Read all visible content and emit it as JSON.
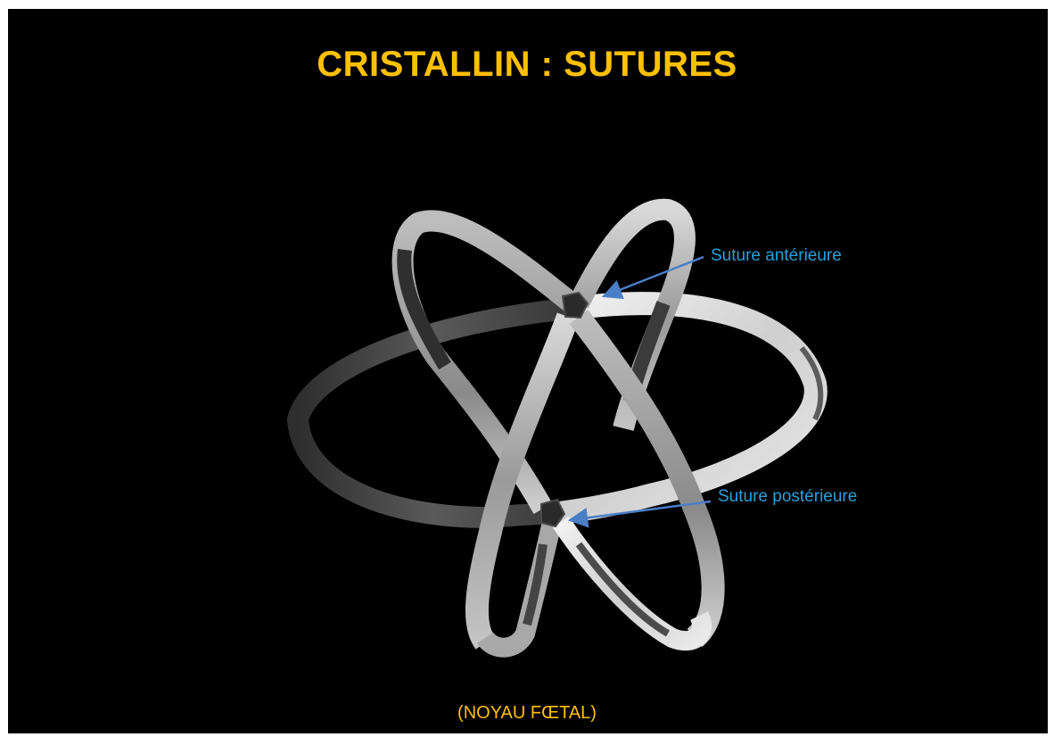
{
  "slide": {
    "title": "CRISTALLIN : SUTURES",
    "subtitle": "(NOYAU FŒTAL)",
    "annotations": {
      "anterior": "Suture antérieure",
      "posterior": "Suture postérieure"
    },
    "colors": {
      "background": "#000000",
      "title": "#ffc000",
      "annotation": "#2a9fd8",
      "arrow": "#4a7fc6",
      "ribbon_light": "#e6e6e6",
      "ribbon_dark": "#3a3a3a"
    }
  }
}
